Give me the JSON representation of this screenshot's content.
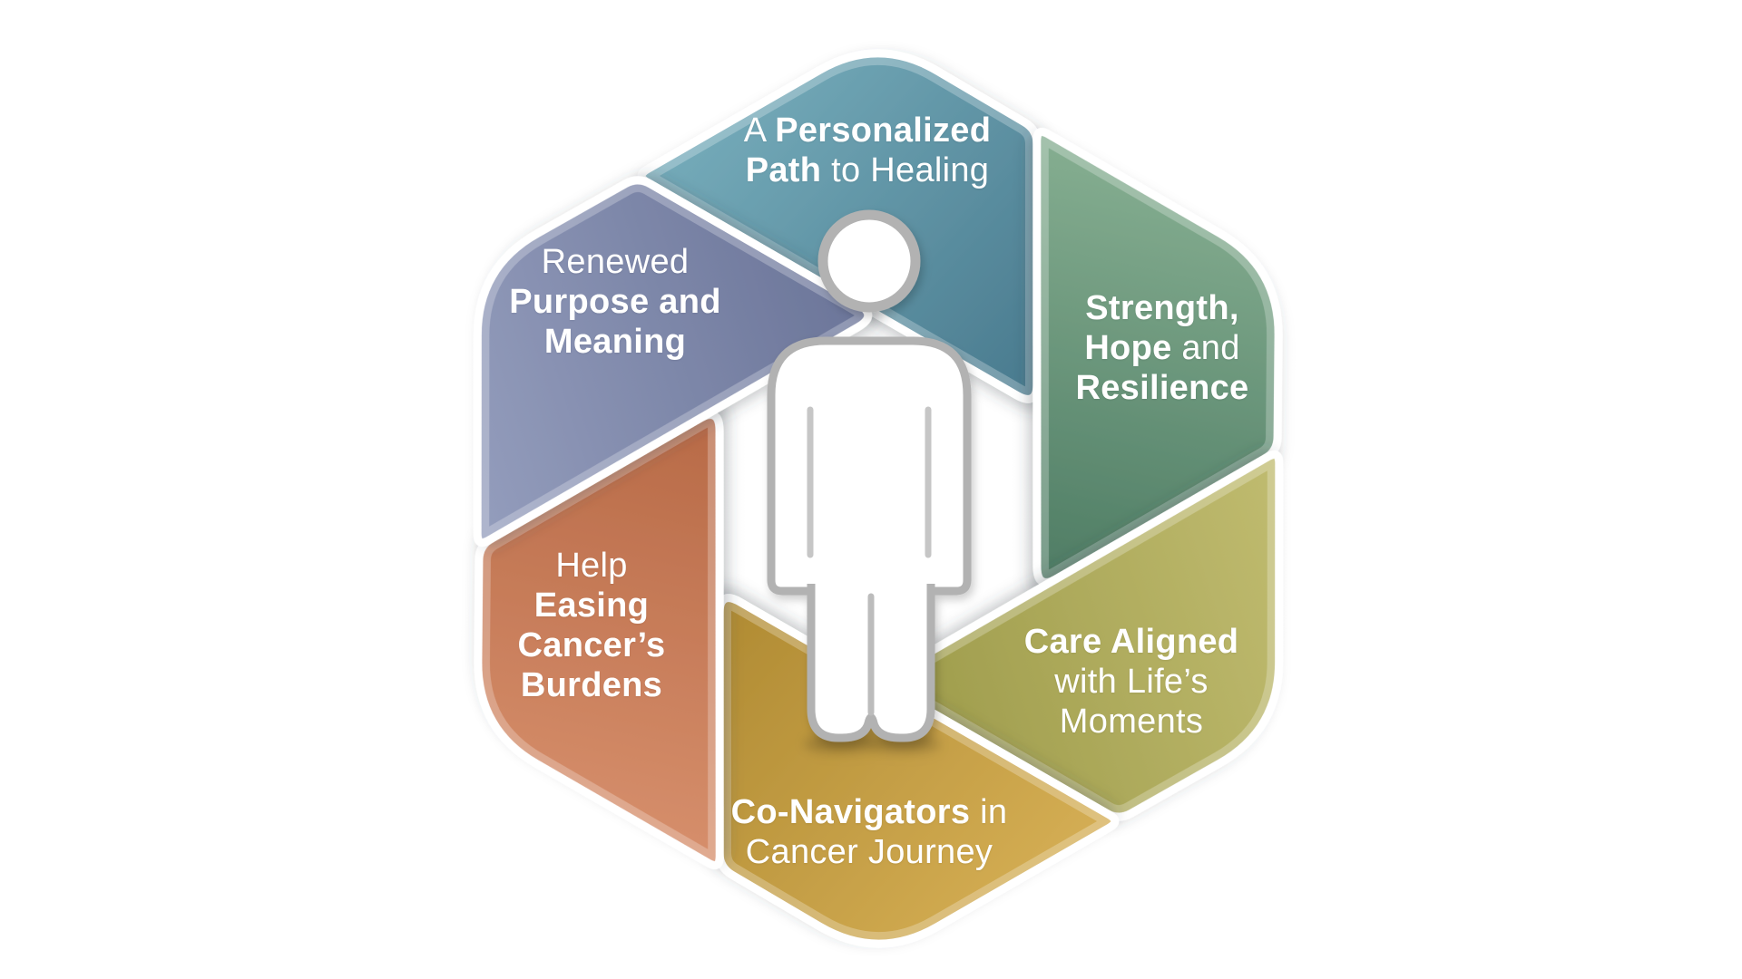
{
  "diagram": {
    "name": "patient-support hexagon cycle diagram",
    "background": "#ffffff",
    "label_color": "#ffffff",
    "seam_color": "#ffffff",
    "figure_outline_color": "#b2b2b2",
    "center_icon": "person",
    "segments": [
      {
        "position": "top",
        "color_light": "#7ab1bf",
        "color_dark": "#48798d",
        "lines": [
          {
            "runs": [
              {
                "text": "A ",
                "bold": false
              },
              {
                "text": "Personalized",
                "bold": true
              }
            ]
          },
          {
            "runs": [
              {
                "text": "Path",
                "bold": true
              },
              {
                "text": " to Healing",
                "bold": false
              }
            ]
          }
        ]
      },
      {
        "position": "upper-right",
        "color_light": "#8cb496",
        "color_dark": "#4d7b63",
        "lines": [
          {
            "runs": [
              {
                "text": "Strength,",
                "bold": true
              }
            ]
          },
          {
            "runs": [
              {
                "text": "Hope",
                "bold": true
              },
              {
                "text": " and",
                "bold": false
              }
            ]
          },
          {
            "runs": [
              {
                "text": "Resilience",
                "bold": true
              }
            ]
          }
        ]
      },
      {
        "position": "lower-right",
        "color_light": "#c4bf74",
        "color_dark": "#9d9b4a",
        "lines": [
          {
            "runs": [
              {
                "text": "Care Aligned",
                "bold": true
              }
            ]
          },
          {
            "runs": [
              {
                "text": "with Life’s",
                "bold": false
              }
            ]
          },
          {
            "runs": [
              {
                "text": "Moments",
                "bold": false
              }
            ]
          }
        ]
      },
      {
        "position": "bottom",
        "color_light": "#d9b258",
        "color_dark": "#af8a32",
        "lines": [
          {
            "runs": [
              {
                "text": "Co-Navigators",
                "bold": true
              },
              {
                "text": " in",
                "bold": false
              }
            ]
          },
          {
            "runs": [
              {
                "text": "Cancer Journey",
                "bold": false
              }
            ]
          }
        ]
      },
      {
        "position": "lower-left",
        "color_light": "#da9370",
        "color_dark": "#b76946",
        "lines": [
          {
            "runs": [
              {
                "text": "Help",
                "bold": false
              }
            ]
          },
          {
            "runs": [
              {
                "text": "Easing",
                "bold": true
              }
            ]
          },
          {
            "runs": [
              {
                "text": "Cancer’s",
                "bold": true
              }
            ]
          },
          {
            "runs": [
              {
                "text": "Burdens",
                "bold": true
              }
            ]
          }
        ]
      },
      {
        "position": "upper-left",
        "color_light": "#99a2c1",
        "color_dark": "#6a7498",
        "lines": [
          {
            "runs": [
              {
                "text": "Renewed",
                "bold": false
              }
            ]
          },
          {
            "runs": [
              {
                "text": "Purpose and",
                "bold": true
              }
            ]
          },
          {
            "runs": [
              {
                "text": "Meaning",
                "bold": true
              }
            ]
          }
        ]
      }
    ]
  }
}
